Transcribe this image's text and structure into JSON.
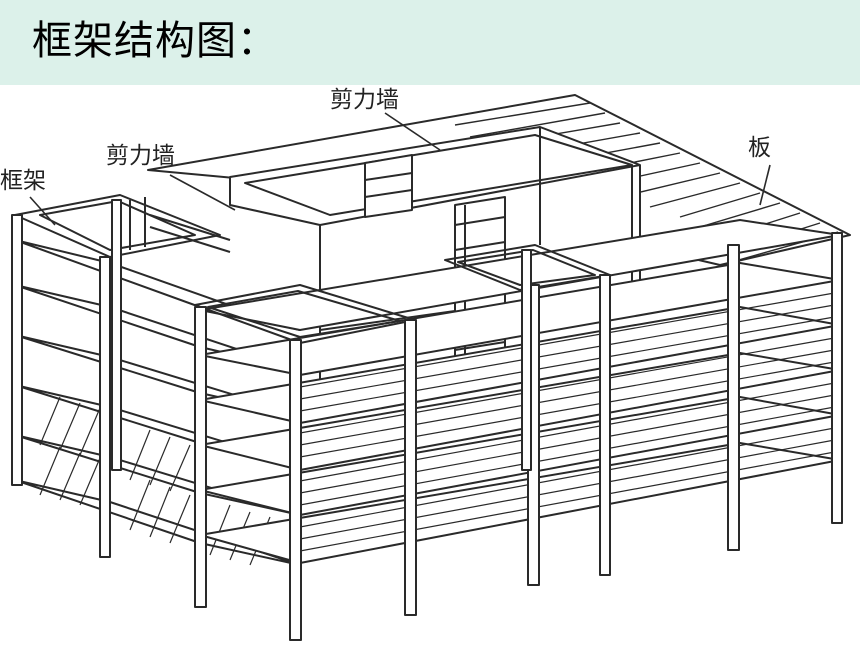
{
  "slide": {
    "title": "框架结构图："
  },
  "diagram": {
    "labels": {
      "shear_wall_top": "剪力墙",
      "shear_wall_left": "剪力墙",
      "frame": "框架",
      "slab": "板"
    }
  },
  "colors": {
    "title_band": "#dcf1ea",
    "line": "#2a2a2a",
    "background": "#ffffff"
  }
}
